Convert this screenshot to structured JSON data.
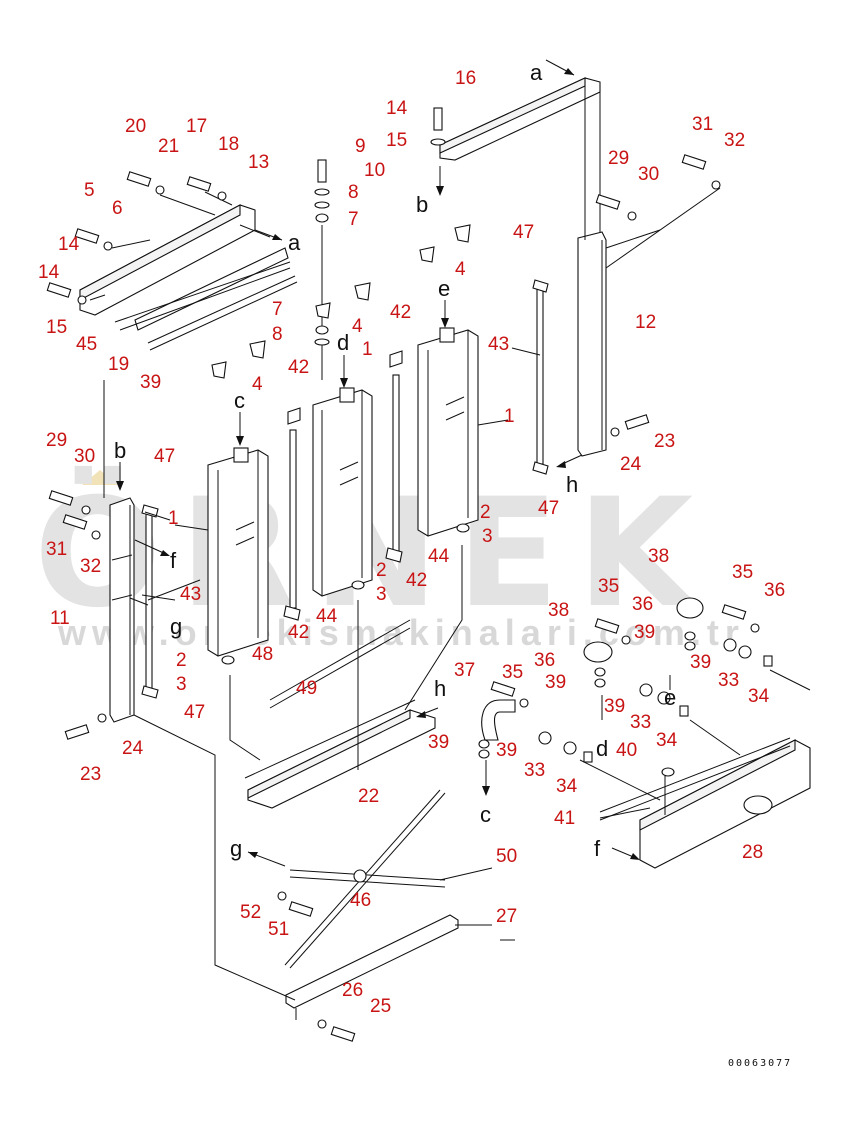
{
  "watermark": {
    "brand": "ÖRNEK",
    "site": "www.ornekismakinalari.com.tr"
  },
  "drawing_code": "00063077",
  "part_labels": [
    {
      "id": "p20a",
      "text": "20"
    },
    {
      "id": "p21a",
      "text": "21"
    },
    {
      "id": "p17a",
      "text": "17"
    },
    {
      "id": "p18a",
      "text": "18"
    },
    {
      "id": "p13a",
      "text": "13"
    },
    {
      "id": "p5a",
      "text": "5"
    },
    {
      "id": "p6a",
      "text": "6"
    },
    {
      "id": "p14a",
      "text": "14"
    },
    {
      "id": "p14b",
      "text": "14"
    },
    {
      "id": "p15a",
      "text": "15"
    },
    {
      "id": "p45a",
      "text": "45"
    },
    {
      "id": "p7a",
      "text": "7"
    },
    {
      "id": "p19a",
      "text": "19"
    },
    {
      "id": "p39a",
      "text": "39"
    },
    {
      "id": "p4a",
      "text": "4"
    },
    {
      "id": "p9a",
      "text": "9"
    },
    {
      "id": "p10a",
      "text": "10"
    },
    {
      "id": "p8a",
      "text": "8"
    },
    {
      "id": "p7b",
      "text": "7"
    },
    {
      "id": "p8b",
      "text": "8"
    },
    {
      "id": "p4b",
      "text": "4"
    },
    {
      "id": "p14c",
      "text": "14"
    },
    {
      "id": "p15b",
      "text": "15"
    },
    {
      "id": "p16a",
      "text": "16"
    },
    {
      "id": "p4c",
      "text": "4"
    },
    {
      "id": "p42a",
      "text": "42"
    },
    {
      "id": "p1a",
      "text": "1"
    },
    {
      "id": "p42b",
      "text": "42"
    },
    {
      "id": "p47a",
      "text": "47"
    },
    {
      "id": "p43a",
      "text": "43"
    },
    {
      "id": "p31a",
      "text": "31"
    },
    {
      "id": "p32a",
      "text": "32"
    },
    {
      "id": "p29a",
      "text": "29"
    },
    {
      "id": "p30a",
      "text": "30"
    },
    {
      "id": "p12a",
      "text": "12"
    },
    {
      "id": "p1b",
      "text": "1"
    },
    {
      "id": "p23a",
      "text": "23"
    },
    {
      "id": "p24a",
      "text": "24"
    },
    {
      "id": "p47b",
      "text": "47"
    },
    {
      "id": "p2a",
      "text": "2"
    },
    {
      "id": "p3a",
      "text": "3"
    },
    {
      "id": "p44a",
      "text": "44"
    },
    {
      "id": "p42c",
      "text": "42"
    },
    {
      "id": "p29b",
      "text": "29"
    },
    {
      "id": "p30b",
      "text": "30"
    },
    {
      "id": "p47c",
      "text": "47"
    },
    {
      "id": "p1c",
      "text": "1"
    },
    {
      "id": "p31b",
      "text": "31"
    },
    {
      "id": "p32b",
      "text": "32"
    },
    {
      "id": "p43b",
      "text": "43"
    },
    {
      "id": "p11a",
      "text": "11"
    },
    {
      "id": "p2b",
      "text": "2"
    },
    {
      "id": "p3b",
      "text": "3"
    },
    {
      "id": "p44b",
      "text": "44"
    },
    {
      "id": "p42d",
      "text": "42"
    },
    {
      "id": "p48a",
      "text": "48"
    },
    {
      "id": "p2c",
      "text": "2"
    },
    {
      "id": "p3c",
      "text": "3"
    },
    {
      "id": "p47d",
      "text": "47"
    },
    {
      "id": "p49a",
      "text": "49"
    },
    {
      "id": "p23b",
      "text": "23"
    },
    {
      "id": "p24b",
      "text": "24"
    },
    {
      "id": "p22a",
      "text": "22"
    },
    {
      "id": "p38a",
      "text": "38"
    },
    {
      "id": "p35a",
      "text": "35"
    },
    {
      "id": "p36a",
      "text": "36"
    },
    {
      "id": "p35b",
      "text": "35"
    },
    {
      "id": "p36b",
      "text": "36"
    },
    {
      "id": "p38b",
      "text": "38"
    },
    {
      "id": "p39b",
      "text": "39"
    },
    {
      "id": "p39c",
      "text": "39"
    },
    {
      "id": "p33a",
      "text": "33"
    },
    {
      "id": "p34a",
      "text": "34"
    },
    {
      "id": "p35c",
      "text": "35"
    },
    {
      "id": "p36c",
      "text": "36"
    },
    {
      "id": "p37a",
      "text": "37"
    },
    {
      "id": "p39d",
      "text": "39"
    },
    {
      "id": "p39e",
      "text": "39"
    },
    {
      "id": "p33b",
      "text": "33"
    },
    {
      "id": "p34b",
      "text": "34"
    },
    {
      "id": "p39f",
      "text": "39"
    },
    {
      "id": "p39g",
      "text": "39"
    },
    {
      "id": "p33c",
      "text": "33"
    },
    {
      "id": "p34c",
      "text": "34"
    },
    {
      "id": "p40a",
      "text": "40"
    },
    {
      "id": "p41a",
      "text": "41"
    },
    {
      "id": "p28a",
      "text": "28"
    },
    {
      "id": "p50a",
      "text": "50"
    },
    {
      "id": "p46a",
      "text": "46"
    },
    {
      "id": "p52a",
      "text": "52"
    },
    {
      "id": "p51a",
      "text": "51"
    },
    {
      "id": "p27a",
      "text": "27"
    },
    {
      "id": "p26a",
      "text": "26"
    },
    {
      "id": "p25a",
      "text": "25"
    }
  ],
  "ref_labels": [
    {
      "id": "ra1",
      "text": "a"
    },
    {
      "id": "ra2",
      "text": "a"
    },
    {
      "id": "rb1",
      "text": "b"
    },
    {
      "id": "rb2",
      "text": "b"
    },
    {
      "id": "rc1",
      "text": "c"
    },
    {
      "id": "rc2",
      "text": "c"
    },
    {
      "id": "rd1",
      "text": "d"
    },
    {
      "id": "rd2",
      "text": "d"
    },
    {
      "id": "re1",
      "text": "e"
    },
    {
      "id": "re2",
      "text": "e"
    },
    {
      "id": "rf1",
      "text": "f"
    },
    {
      "id": "rf2",
      "text": "f"
    },
    {
      "id": "rg1",
      "text": "g"
    },
    {
      "id": "rg2",
      "text": "g"
    },
    {
      "id": "rh1",
      "text": "h"
    },
    {
      "id": "rh2",
      "text": "h"
    }
  ]
}
